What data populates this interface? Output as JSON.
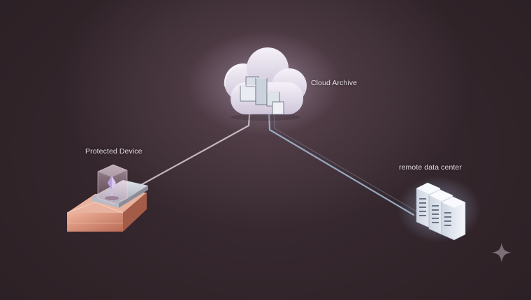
{
  "nodes": {
    "cloud": {
      "label": "Cloud Archive",
      "icon": "cloud-icon"
    },
    "device": {
      "label": "Protected Device",
      "icon": "protected-device-icon"
    },
    "data_center": {
      "label": "remote data center",
      "icon": "server-rack-icon"
    }
  },
  "links": [
    {
      "from": "device",
      "to": "cloud"
    },
    {
      "from": "cloud",
      "to": "data_center"
    }
  ],
  "corner_icon": "sparkle-icon",
  "colors": {
    "background": "#2f2328",
    "cloud": "#e8e2ee",
    "device_base": "#d9917a",
    "link_device": "#cfc4cb",
    "link_datacenter": "#9fb6cc",
    "server": "#e6ebf3"
  }
}
